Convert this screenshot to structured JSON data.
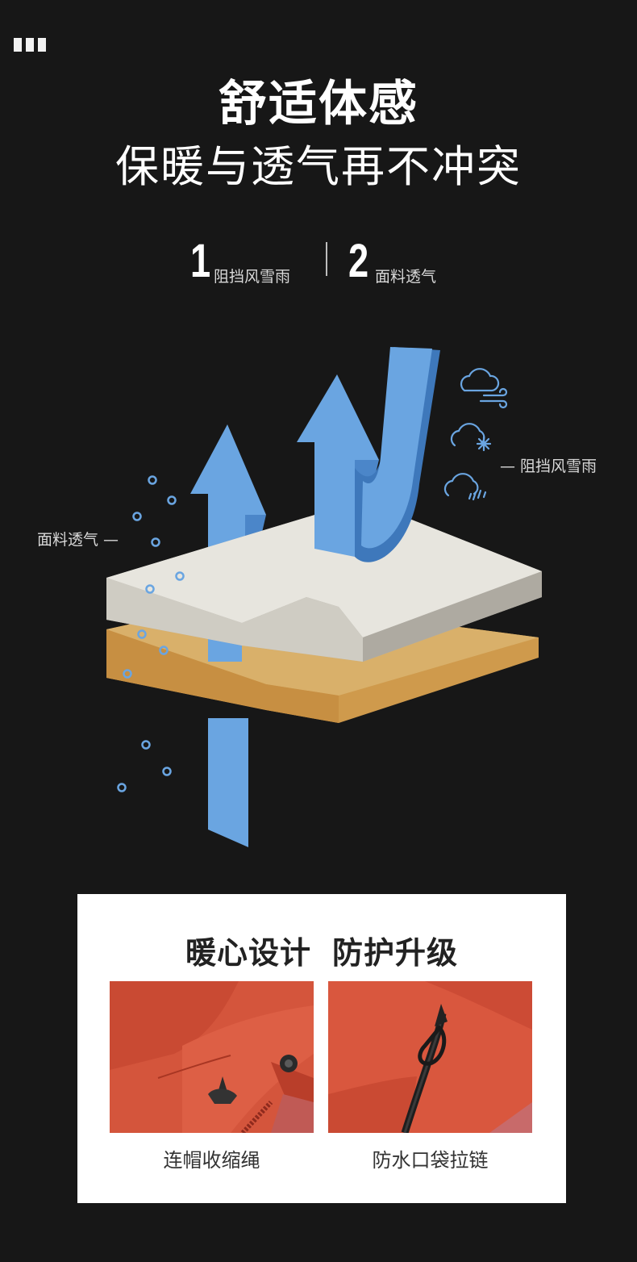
{
  "header": {
    "title": "舒适体感",
    "subtitle": "保暖与透气再不冲突"
  },
  "features": [
    {
      "num": "1",
      "label": "阻挡风雪雨"
    },
    {
      "num": "2",
      "label": "面料透气"
    }
  ],
  "diagram": {
    "left_label": "面料透气 —",
    "right_label": "— 阻挡风雪雨",
    "icons": [
      "cloud-wind-icon",
      "cloud-snow-icon",
      "cloud-rain-icon"
    ],
    "colors": {
      "arrow": "#6aa5e1",
      "arrow_dark": "#3e78bb",
      "top_layer": "#e6e4dd",
      "bottom_layer": "#d8ad63",
      "bubbles": "#6aa5e1"
    }
  },
  "card": {
    "title_left": "暖心设计",
    "title_right": "防护升级",
    "items": [
      {
        "caption": "连帽收缩绳"
      },
      {
        "caption": "防水口袋拉链"
      }
    ]
  }
}
